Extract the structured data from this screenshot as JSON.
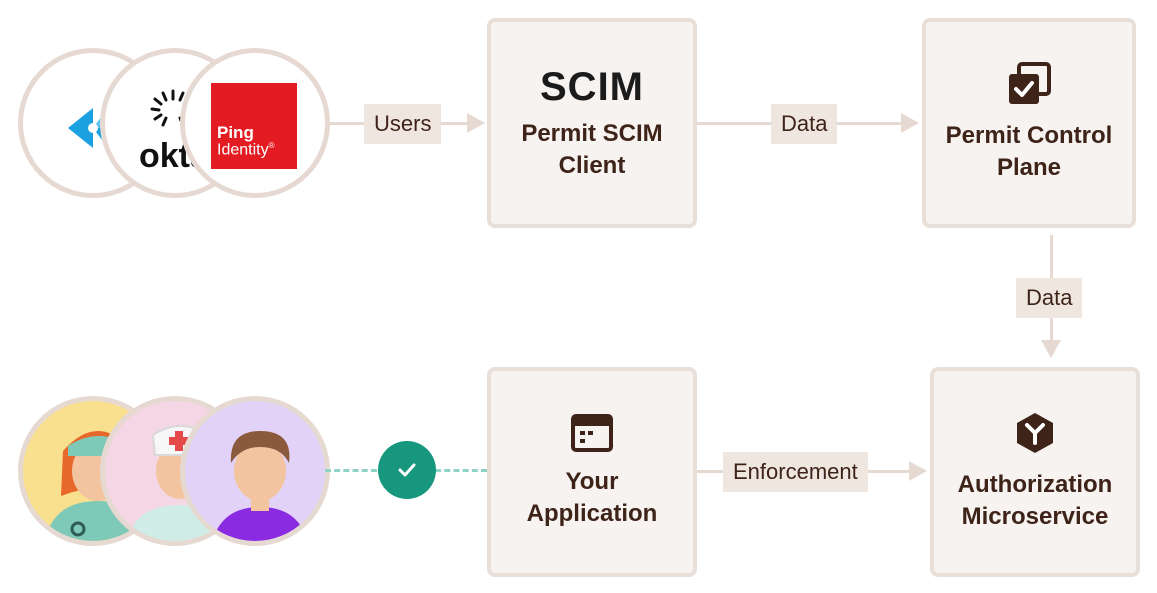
{
  "identity_providers": {
    "azure": {
      "name": "azure-ad-logo"
    },
    "okta": {
      "text": "okta"
    },
    "ping": {
      "line1": "Ping",
      "line2": "Identity",
      "mark": "®"
    }
  },
  "flow": {
    "users_label": "Users",
    "data_label_1": "Data",
    "data_label_2": "Data",
    "enforcement_label": "Enforcement"
  },
  "boxes": {
    "scim": {
      "logo": "SCIM",
      "title_line1": "Permit SCIM",
      "title_line2": "Client"
    },
    "control_plane": {
      "title_line1": "Permit Control",
      "title_line2": "Plane"
    },
    "application": {
      "title_line1": "Your",
      "title_line2": "Application"
    },
    "authorization": {
      "title_line1": "Authorization",
      "title_line2": "Microservice"
    }
  },
  "colors": {
    "box_bg": "#f7f3f1",
    "box_border": "#e9dfd9",
    "connector": "#e6d9d1",
    "label_bg": "#f0e6e0",
    "text": "#3e2319",
    "check": "#17977e",
    "dash": "#8fd3c7",
    "ping_red": "#e31c23",
    "azure_blue": "#1ba1e2"
  },
  "icons": {
    "control_plane": "checked-squares-icon",
    "application": "browser-window-icon",
    "authorization": "hexagon-y-icon",
    "status": "checkmark-icon"
  }
}
